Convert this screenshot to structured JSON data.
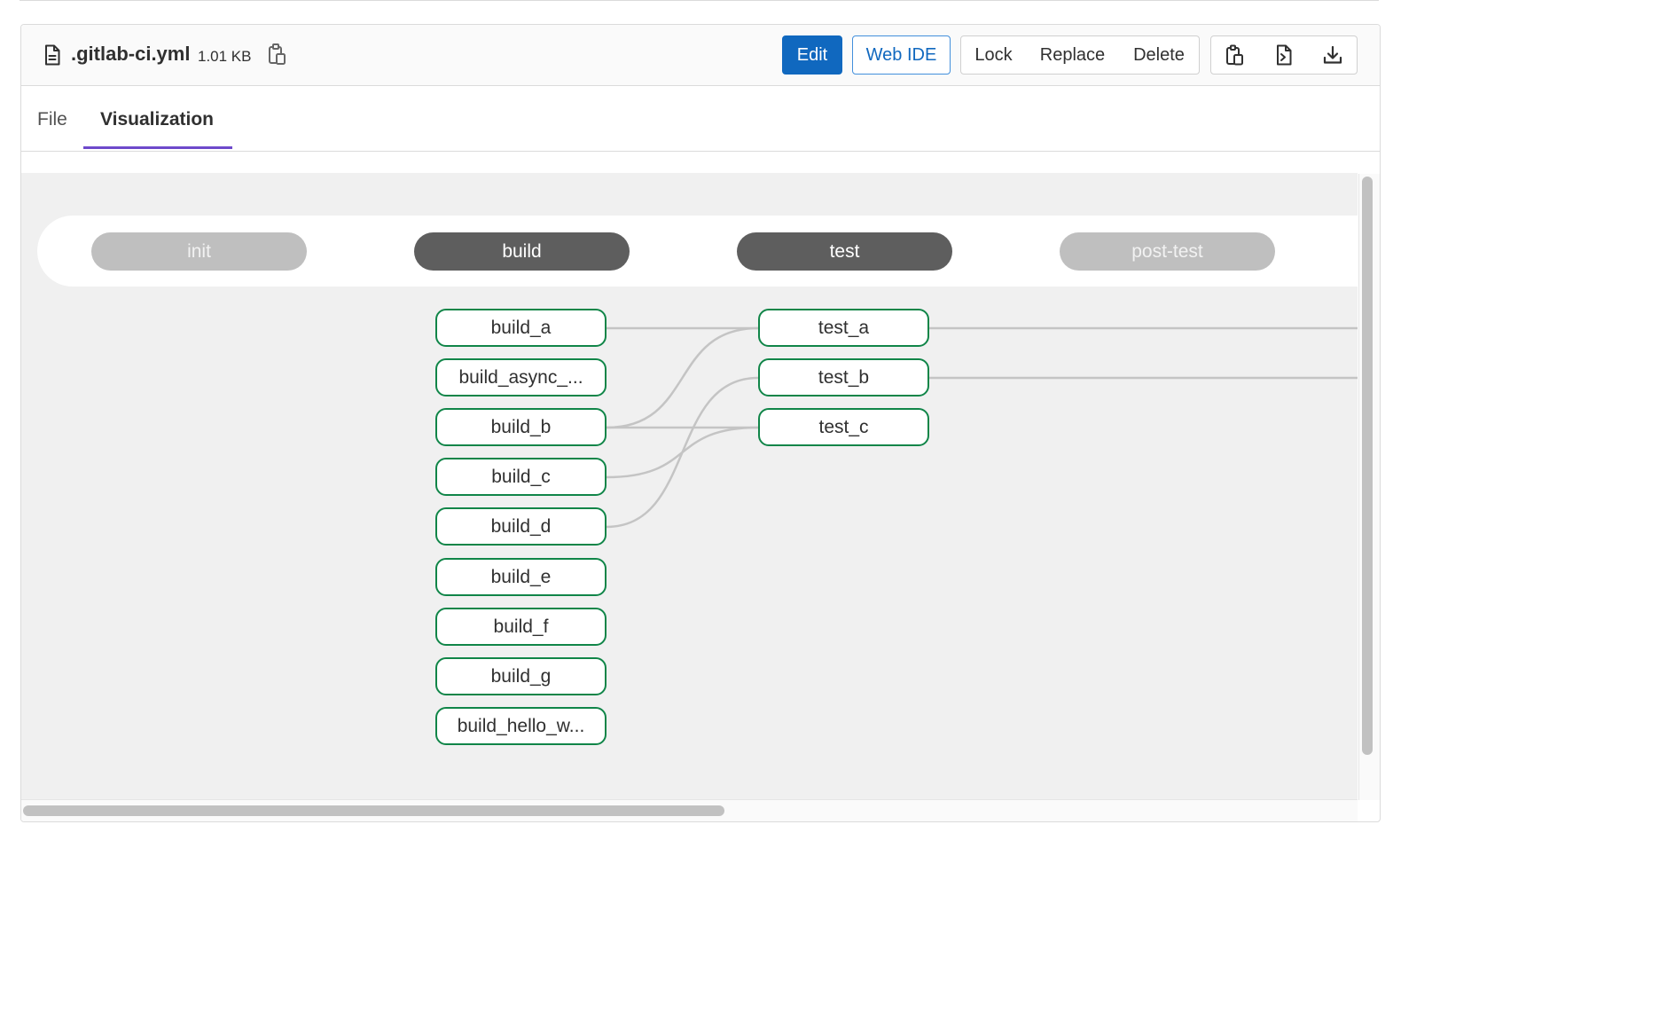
{
  "file": {
    "name": ".gitlab-ci.yml",
    "size": "1.01 KB"
  },
  "actions": {
    "edit": "Edit",
    "web_ide": "Web IDE",
    "lock": "Lock",
    "replace": "Replace",
    "delete": "Delete"
  },
  "icons": {
    "file": "file-icon",
    "copy_path": "copy-to-clipboard-icon",
    "copy_contents": "copy-contents-icon",
    "open_raw": "open-raw-icon",
    "download": "download-icon"
  },
  "tabs": [
    {
      "label": "File",
      "active": false
    },
    {
      "label": "Visualization",
      "active": true
    }
  ],
  "pipeline": {
    "stages": [
      {
        "name": "init",
        "has_jobs": false
      },
      {
        "name": "build",
        "has_jobs": true
      },
      {
        "name": "test",
        "has_jobs": true
      },
      {
        "name": "post-test",
        "has_jobs": false
      }
    ],
    "build_jobs": [
      "build_a",
      "build_async_...",
      "build_b",
      "build_c",
      "build_d",
      "build_e",
      "build_f",
      "build_g",
      "build_hello_w..."
    ],
    "test_jobs": [
      "test_a",
      "test_b",
      "test_c"
    ]
  },
  "colors": {
    "primary": "#1068bf",
    "job_border": "#108548",
    "active_stage": "#5e5e5e",
    "inactive_stage": "#bfbfbf",
    "tab_accent": "#6e49cb",
    "link_line": "#c4c4c4"
  }
}
